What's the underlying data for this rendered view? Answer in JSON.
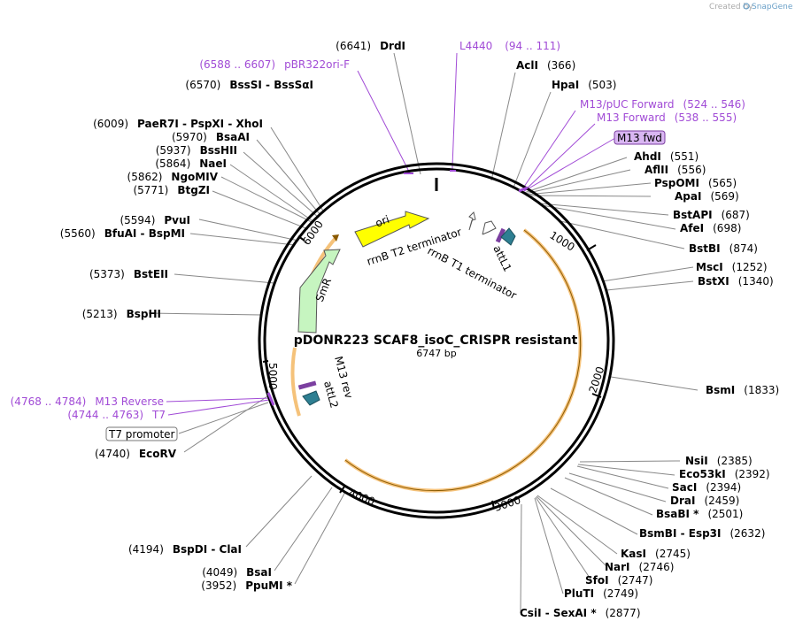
{
  "app": {
    "credit_prefix": "Created by",
    "credit_brand": "SnapGene"
  },
  "plasmid": {
    "name": "pDONR223 SCAF8_isoC_CRISPR resistant",
    "length_label": "6747 bp",
    "length": 6747
  },
  "colors": {
    "primer": "#a14bd6",
    "ori": "#ffff00",
    "smr": "#c6f5c0",
    "att": "#2e7f92",
    "orange_arc": "#f5c27a",
    "primer_bar": "#7b3fa0"
  },
  "ticks": [
    "1000",
    "2000",
    "3000",
    "4000",
    "5000",
    "6000"
  ],
  "features": {
    "ori": "ori",
    "smr": "SmR",
    "rrnb_t2": "rrnB T2 terminator",
    "rrnb_t1": "rrnB T1 terminator",
    "attl1": "attL1",
    "attl2": "attL2",
    "m13_rev_inner": "M13 rev"
  },
  "right_sites": [
    {
      "name": "AclI",
      "pos": "(366)"
    },
    {
      "name": "HpaI",
      "pos": "(503)"
    },
    {
      "name": "AhdI",
      "pos": "(551)"
    },
    {
      "name": "AflII",
      "pos": "(556)"
    },
    {
      "name": "PspOMI",
      "pos": "(565)"
    },
    {
      "name": "ApaI",
      "pos": "(569)"
    },
    {
      "name": "BstAPI",
      "pos": "(687)"
    },
    {
      "name": "AfeI",
      "pos": "(698)"
    },
    {
      "name": "BstBI",
      "pos": "(874)"
    },
    {
      "name": "MscI",
      "pos": "(1252)"
    },
    {
      "name": "BstXI",
      "pos": "(1340)"
    },
    {
      "name": "BsmI",
      "pos": "(1833)"
    },
    {
      "name": "NsiI",
      "pos": "(2385)"
    },
    {
      "name": "Eco53kI",
      "pos": "(2392)"
    },
    {
      "name": "SacI",
      "pos": "(2394)"
    },
    {
      "name": "DraI",
      "pos": "(2459)"
    },
    {
      "name": "BsaBI *",
      "pos": "(2501)"
    },
    {
      "name": "BsmBI - Esp3I",
      "pos": "(2632)"
    },
    {
      "name": "KasI",
      "pos": "(2745)"
    },
    {
      "name": "NarI",
      "pos": "(2746)"
    },
    {
      "name": "SfoI",
      "pos": "(2747)"
    },
    {
      "name": "PluTI",
      "pos": "(2749)"
    },
    {
      "name": "CsiI - SexAI *",
      "pos": "(2877)"
    }
  ],
  "left_sites": [
    {
      "name": "DrdI",
      "pos": "(6641)"
    },
    {
      "name": "BssSI - BssSαI",
      "pos": "(6570)"
    },
    {
      "name": "PaeR7I - PspXI - XhoI",
      "pos": "(6009)"
    },
    {
      "name": "BsaAI",
      "pos": "(5970)"
    },
    {
      "name": "BssHII",
      "pos": "(5937)"
    },
    {
      "name": "NaeI",
      "pos": "(5864)"
    },
    {
      "name": "NgoMIV",
      "pos": "(5862)"
    },
    {
      "name": "BtgZI",
      "pos": "(5771)"
    },
    {
      "name": "PvuI",
      "pos": "(5594)"
    },
    {
      "name": "BfuAI - BspMI",
      "pos": "(5560)"
    },
    {
      "name": "BstEII",
      "pos": "(5373)"
    },
    {
      "name": "BspHI",
      "pos": "(5213)"
    },
    {
      "name": "EcoRV",
      "pos": "(4740)"
    },
    {
      "name": "BspDI - ClaI",
      "pos": "(4194)"
    },
    {
      "name": "BsaI",
      "pos": "(4049)"
    },
    {
      "name": "PpuMI *",
      "pos": "(3952)"
    }
  ],
  "primers": {
    "l4440": {
      "name": "L4440",
      "range": "(94 .. 111)"
    },
    "pbr322": {
      "range": "(6588 .. 6607)",
      "name": "pBR322ori-F"
    },
    "m13_puc_fwd": {
      "name": "M13/pUC Forward",
      "range": "(524 .. 546)"
    },
    "m13_fwd_long": {
      "name": "M13 Forward",
      "range": "(538 .. 555)"
    },
    "m13_fwd_box": "M13 fwd",
    "m13_reverse": {
      "range": "(4768 .. 4784)",
      "name": "M13 Reverse"
    },
    "t7": {
      "range": "(4744 .. 4763)",
      "name": "T7"
    },
    "t7_promoter": "T7 promoter"
  }
}
